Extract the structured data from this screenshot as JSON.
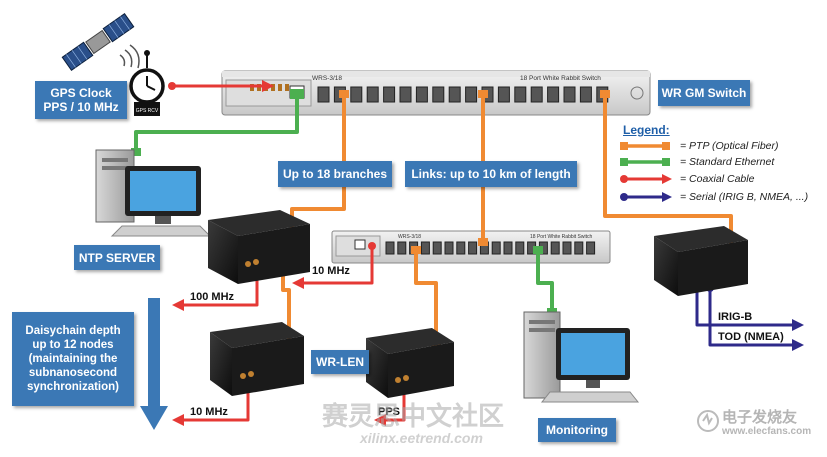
{
  "switch_main": {
    "model": "WRS-3/18",
    "name": "18 Port White Rabbit Switch"
  },
  "switch_second": {
    "model": "WRS-3/18",
    "name": "18 Port White Rabbit Switch"
  },
  "labels": {
    "gps_clock": "GPS Clock\nPPS / 10 MHz",
    "wr_gm_switch": "WR GM Switch",
    "ntp_server": "NTP SERVER",
    "branches": "Up to 18 branches",
    "links": "Links: up to 10 km of length",
    "daisychain": "Daisychain depth\nup to 12 nodes\n(maintaining the\nsubnanosecond\nsynchronization)",
    "wr_len": "WR-LEN",
    "monitoring": "Monitoring"
  },
  "signals": {
    "ten_mhz_top": "10 MHz",
    "hundred_mhz": "100 MHz",
    "ten_mhz_bottom": "10 MHz",
    "pps": "PPS",
    "irig_b": "IRIG-B",
    "tod_nmea": "TOD (NMEA)"
  },
  "legend": {
    "title": "Legend:",
    "items": [
      {
        "text": "= PTP (Optical Fiber)",
        "color": "#f08a32",
        "end": "square"
      },
      {
        "text": "= Standard Ethernet",
        "color": "#4caf50",
        "end": "square"
      },
      {
        "text": "= Coaxial Cable",
        "color": "#e53935",
        "end": "dot"
      },
      {
        "text": "= Serial (IRIG B, NMEA, ...)",
        "color": "#2e2a8a",
        "end": "dot"
      }
    ]
  },
  "watermark": {
    "cn": "赛灵思中文社区",
    "url": "xilinx.eetrend.com",
    "brand_cn": "电子发烧友",
    "brand_url": "www.elecfans.com"
  },
  "colors": {
    "fiber": "#f08a32",
    "ethernet": "#4caf50",
    "coax": "#e53935",
    "serial": "#2e2a8a",
    "label_bg": "#3b78b5"
  }
}
